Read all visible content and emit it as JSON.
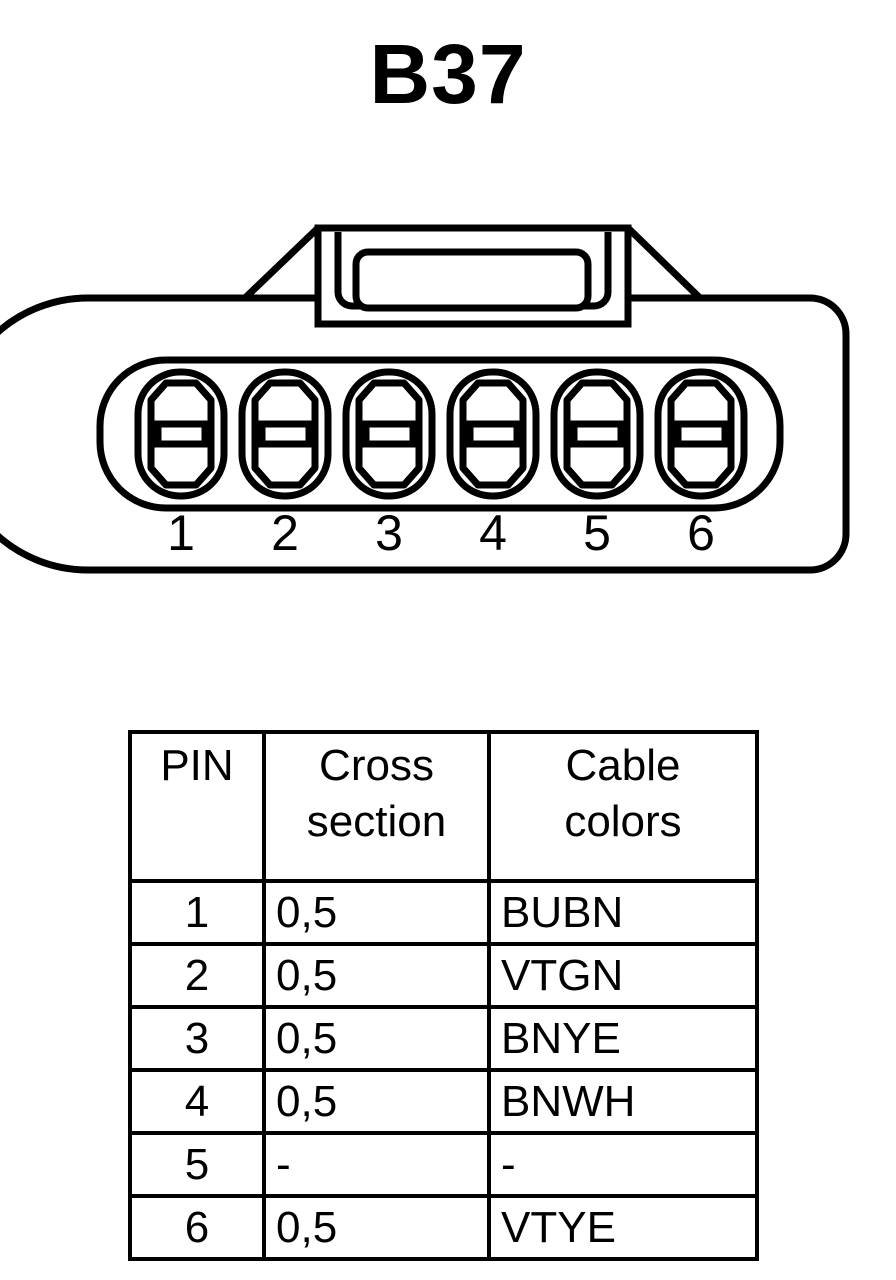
{
  "title": "B37",
  "connector": {
    "name": "6-way-automotive-connector",
    "pin_count": 6,
    "pin_numbers": [
      "1",
      "2",
      "3",
      "4",
      "5",
      "6"
    ],
    "stroke_color": "#000000",
    "fill_color": "#ffffff",
    "stroke_width": 6
  },
  "table": {
    "headers": {
      "pin": "PIN",
      "cross_section_line1": "Cross",
      "cross_section_line2": "section",
      "cable_colors_line1": "Cable",
      "cable_colors_line2": "colors"
    },
    "rows": [
      {
        "pin": "1",
        "cross_section": "0,5",
        "cable_colors": "BUBN"
      },
      {
        "pin": "2",
        "cross_section": "0,5",
        "cable_colors": "VTGN"
      },
      {
        "pin": "3",
        "cross_section": "0,5",
        "cable_colors": "BNYE"
      },
      {
        "pin": "4",
        "cross_section": "0,5",
        "cable_colors": "BNWH"
      },
      {
        "pin": "5",
        "cross_section": "-",
        "cable_colors": "-"
      },
      {
        "pin": "6",
        "cross_section": "0,5",
        "cable_colors": "VTYE"
      }
    ]
  }
}
